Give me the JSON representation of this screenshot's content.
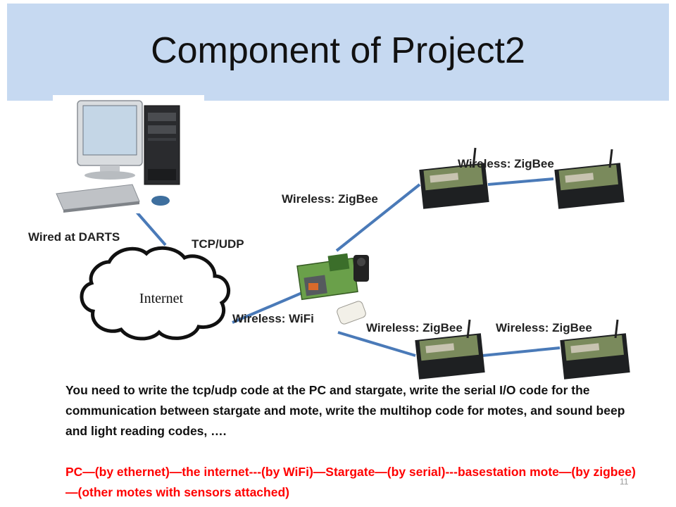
{
  "title": "Component of Project2",
  "labels": {
    "wired": "Wired at DARTS",
    "tcp": "TCP/UDP",
    "internet": "Internet",
    "wifi": "Wireless: WiFi",
    "zigbee_upper_left": "Wireless: ZigBee",
    "zigbee_upper_right": "Wireless: ZigBee",
    "zigbee_lower_left": "Wireless: ZigBee",
    "zigbee_lower_right": "Wireless: ZigBee"
  },
  "description": "You need to write the  tcp/udp code at the PC and stargate, write the serial I/O code for the communication between stargate and mote, write the multihop code for motes, and sound beep  and light reading codes, ….",
  "flow": "PC—(by ethernet)—the internet---(by WiFi)—Stargate—(by serial)---basestation mote—(by zigbee)—(other motes with sensors attached)",
  "slide_number": "11",
  "colors": {
    "header": "#c6d9f1",
    "link": "#4a7ab8",
    "flow_text": "#ff0000"
  }
}
